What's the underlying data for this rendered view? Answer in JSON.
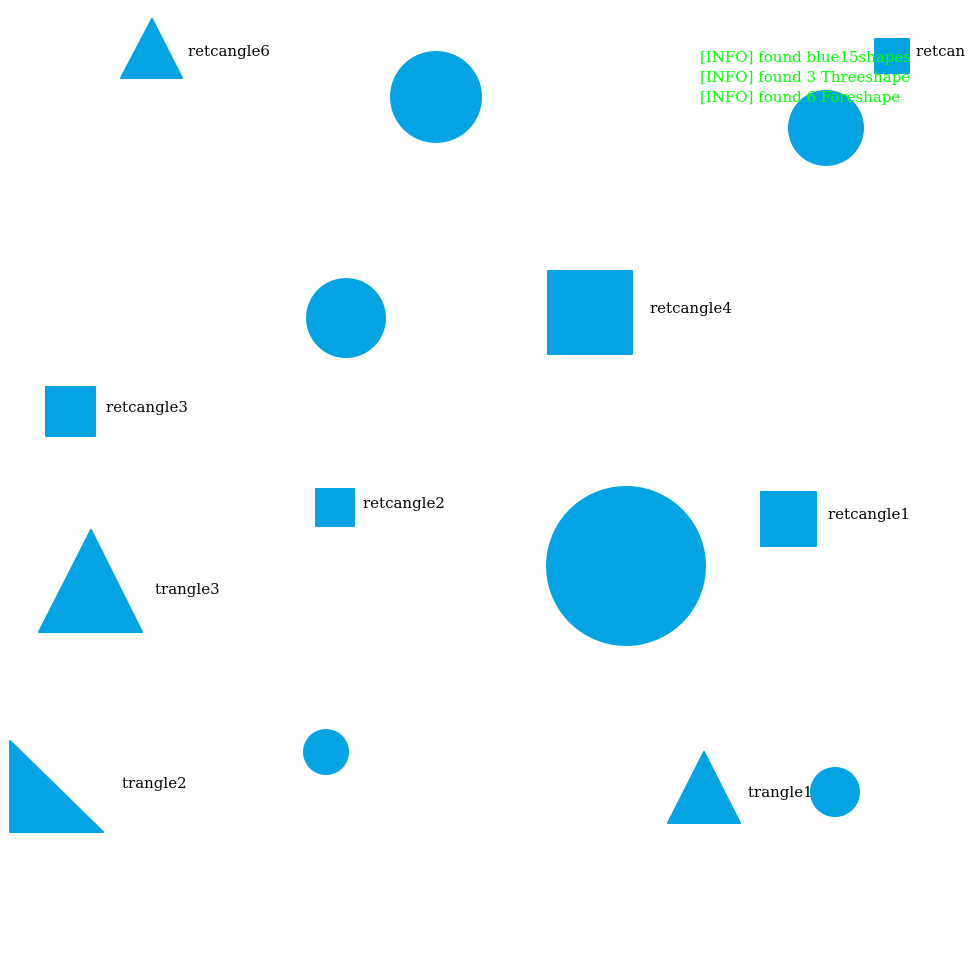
{
  "colors": {
    "shape_fill": "#03A3E4",
    "label_text": "#000000",
    "log_text": "#00FF00",
    "background": "#FFFFFF"
  },
  "log": [
    "[INFO] found blue15shapes",
    "[INFO] found 3 Threeshape",
    "[INFO] found 6 Foreshape"
  ],
  "shapes": [
    {
      "kind": "triangle",
      "label": "retcangle6"
    },
    {
      "kind": "circle",
      "label": ""
    },
    {
      "kind": "square",
      "label": "retcan"
    },
    {
      "kind": "circle",
      "label": ""
    },
    {
      "kind": "circle",
      "label": ""
    },
    {
      "kind": "square",
      "label": "retcangle4"
    },
    {
      "kind": "square",
      "label": "retcangle3"
    },
    {
      "kind": "square",
      "label": "retcangle2"
    },
    {
      "kind": "circle",
      "label": ""
    },
    {
      "kind": "square",
      "label": "retcangle1"
    },
    {
      "kind": "triangle",
      "label": "trangle3"
    },
    {
      "kind": "triangle",
      "label": "trangle2"
    },
    {
      "kind": "circle",
      "label": ""
    },
    {
      "kind": "triangle",
      "label": "trangle1"
    },
    {
      "kind": "circle",
      "label": ""
    }
  ]
}
